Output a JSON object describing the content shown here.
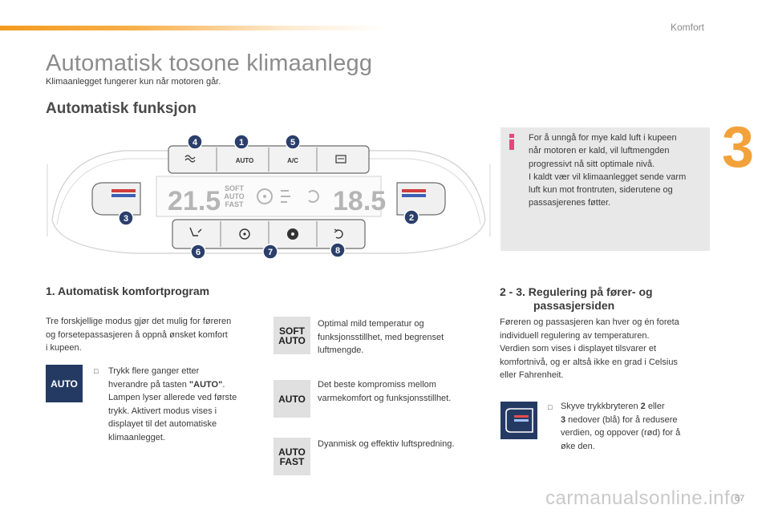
{
  "header": {
    "section_label": "Komfort",
    "chapter_number": "3",
    "accent_color": "#f39a1e"
  },
  "page": {
    "title": "Automatisk tosone klimaanlegg",
    "subtitle": "Klimaanlegget fungerer kun når motoren går.",
    "section_heading": "Automatisk funksjon"
  },
  "diagram": {
    "callouts": [
      "1",
      "2",
      "3",
      "4",
      "5",
      "6",
      "7",
      "8"
    ],
    "top_buttons": [
      "AUTO",
      "A/C"
    ],
    "display_left_temp": "21.5",
    "display_right_temp": "18.5",
    "display_modes": [
      "SOFT",
      "AUTO",
      "FAST"
    ]
  },
  "info_box": {
    "text_line1": "For å unngå for mye kald luft i kupeen",
    "text_line2": "når motoren er kald, vil luftmengden",
    "text_line3": "progressivt nå sitt optimale nivå.",
    "text_line4": "I kaldt vær vil klimaanlegget sende varm",
    "text_line5": "luft kun mot frontruten, siderutene og",
    "text_line6": "passasjerenes føtter.",
    "icon_color": "#e8457a"
  },
  "section1": {
    "heading": "1. Automatisk komfortprogram",
    "intro_line1": "Tre forskjellige modus gjør det mulig for føreren",
    "intro_line2": "og forsetepassasjeren å oppnå ønsket komfort",
    "intro_line3": "i kupeen.",
    "badge_label": "AUTO",
    "step_prefix": "Trykk flere ganger etter",
    "step_line2_pre": "hverandre på tasten ",
    "step_key": "\"AUTO\"",
    "step_line2_post": ".",
    "step_line3": "Lampen lyser allerede ved første",
    "step_line4": "trykk. Aktivert modus vises i",
    "step_line5": "displayet til det automatiske",
    "step_line6": "klimaanlegget."
  },
  "modes": [
    {
      "badge_line1": "SOFT",
      "badge_line2": "AUTO",
      "desc_line1": "Optimal mild temperatur og",
      "desc_line2": "funksjonsstillhet, med begrenset",
      "desc_line3": "luftmengde."
    },
    {
      "badge_line1": "AUTO",
      "badge_line2": "",
      "desc_line1": "Det beste kompromiss mellom",
      "desc_line2": "varmekomfort og funksjonsstillhet.",
      "desc_line3": ""
    },
    {
      "badge_line1": "AUTO",
      "badge_line2": "FAST",
      "desc_line1": "Dyanmisk og effektiv luftspredning.",
      "desc_line2": "",
      "desc_line3": ""
    }
  ],
  "section2": {
    "heading_line1": "2 - 3. Regulering på fører- og",
    "heading_line2": "passasjersiden",
    "body_line1": "Føreren og passasjeren kan hver og én foreta",
    "body_line2": "individuell regulering av temperaturen.",
    "body_line3": "Verdien som vises i displayet tilsvarer et",
    "body_line4": "komfortnivå, og er altså ikke en grad i Celsius",
    "body_line5": "eller Fahrenheit.",
    "step_line1_pre": "Skyve trykkbryteren ",
    "step_num1": "2",
    "step_line1_post": " eller",
    "step_num2": "3",
    "step_line2_post": " nedover (blå) for å redusere",
    "step_line3": "verdien, og oppover (rød) for å",
    "step_line4": "øke den."
  },
  "footer": {
    "page_number": "67",
    "watermark": "carmanualsonline.info"
  }
}
